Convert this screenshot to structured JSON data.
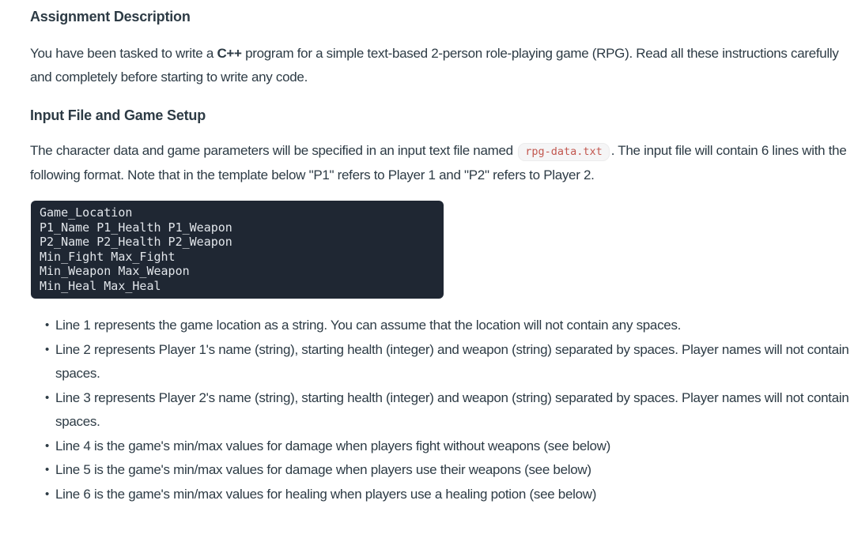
{
  "colors": {
    "page_background": "#ffffff",
    "text": "#2d3b45",
    "inline_code_text": "#c2574f",
    "inline_code_background": "#f5f5f6",
    "code_block_background": "#1f2733",
    "code_block_text": "#e2e6eb"
  },
  "content": {
    "section1": {
      "heading": "Assignment Description",
      "para_pre": "You have been tasked to write a ",
      "para_bold": "C++",
      "para_post": " program for a simple text-based 2-person role-playing game (RPG). Read all these instructions carefully and completely before starting to write any code."
    },
    "section2": {
      "heading": "Input File and Game Setup",
      "para_pre": "The character data and game parameters will be specified in an input text file named ",
      "para_code": "rpg-data.txt",
      "para_post": ". The input file will contain 6 lines with the following format. Note that in the template below \"P1\" refers to Player 1 and \"P2\" refers to Player 2."
    },
    "code_block": {
      "text": "Game_Location\nP1_Name P1_Health P1_Weapon\nP2_Name P2_Health P2_Weapon\nMin_Fight Max_Fight\nMin_Weapon Max_Weapon\nMin_Heal Max_Heal"
    },
    "bullets": [
      "Line 1 represents the game location as a string. You can assume that the location will not contain any spaces.",
      "Line 2 represents Player 1's name (string), starting health (integer) and weapon (string) separated by spaces. Player names will not contain spaces.",
      "Line 3 represents Player 2's name (string), starting health (integer) and weapon (string) separated by spaces. Player names will not contain spaces.",
      "Line 4 is the game's min/max values for damage when players fight without weapons (see below)",
      "Line 5 is the game's min/max values for damage when players use their weapons (see below)",
      "Line 6 is the game's min/max values for healing when players use a healing potion (see below)"
    ]
  }
}
